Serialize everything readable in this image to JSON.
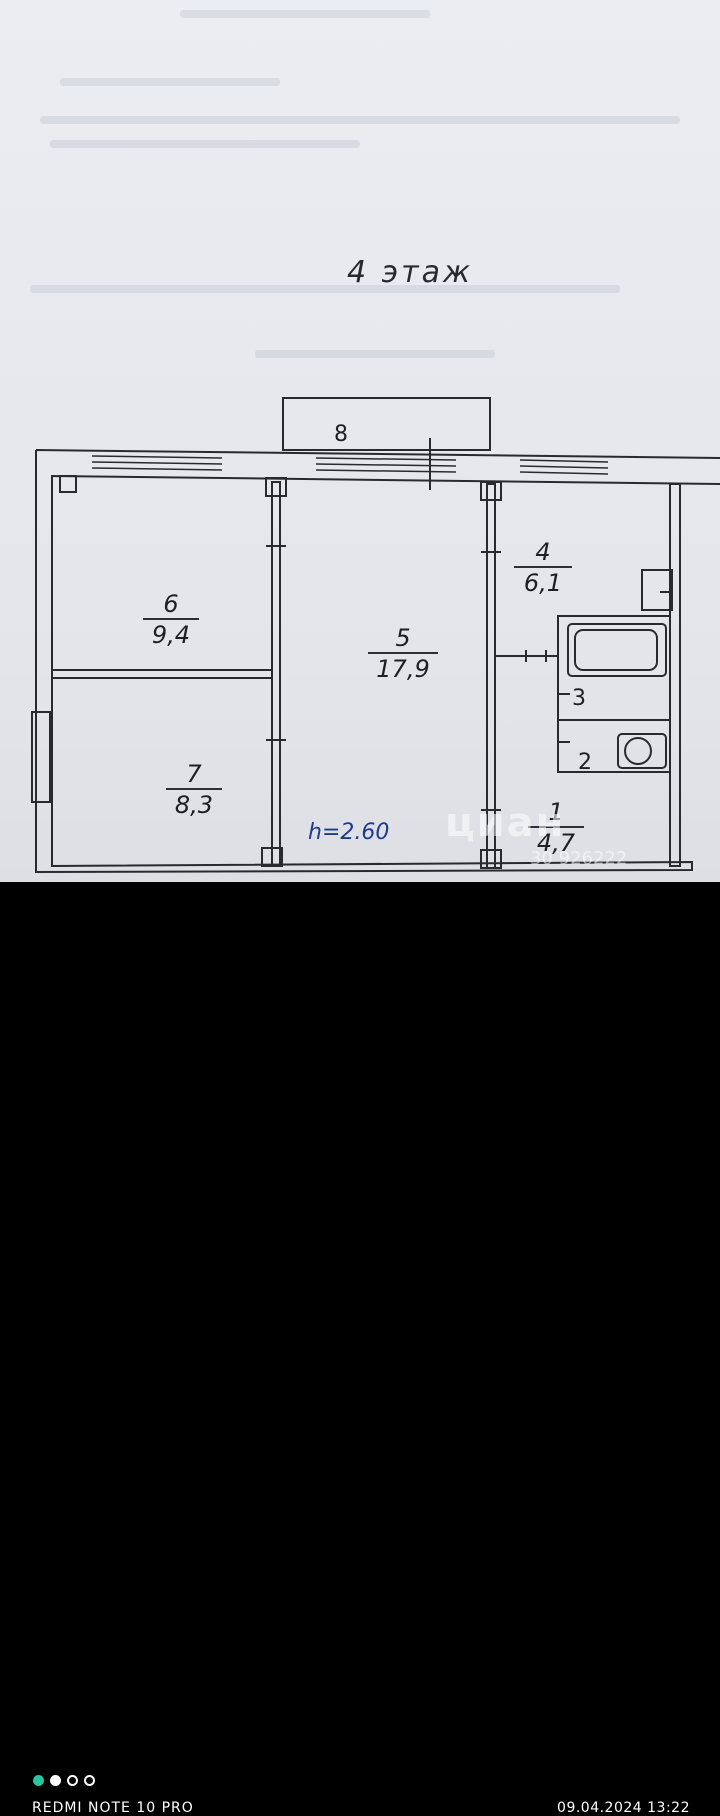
{
  "plan": {
    "floor_title": "4 этаж",
    "ceiling_height": "h=2.60",
    "balcony": {
      "number": "8"
    },
    "rooms": [
      {
        "number": "6",
        "area": "9,4"
      },
      {
        "number": "7",
        "area": "8,3"
      },
      {
        "number": "5",
        "area": "17,9"
      },
      {
        "number": "4",
        "area": "6,1"
      },
      {
        "number": "1",
        "area": "4,7"
      }
    ],
    "bath_number": "3",
    "wc_number": "2"
  },
  "watermark": {
    "brand": "циан",
    "id": "30 926222"
  },
  "camera": {
    "device": "REDMI NOTE 10 PRO",
    "timestamp": "09.04.2024 13:22"
  },
  "colors": {
    "ink": "#202024",
    "height_label": "#1d3b8c",
    "paper": "#e7e9ee"
  }
}
